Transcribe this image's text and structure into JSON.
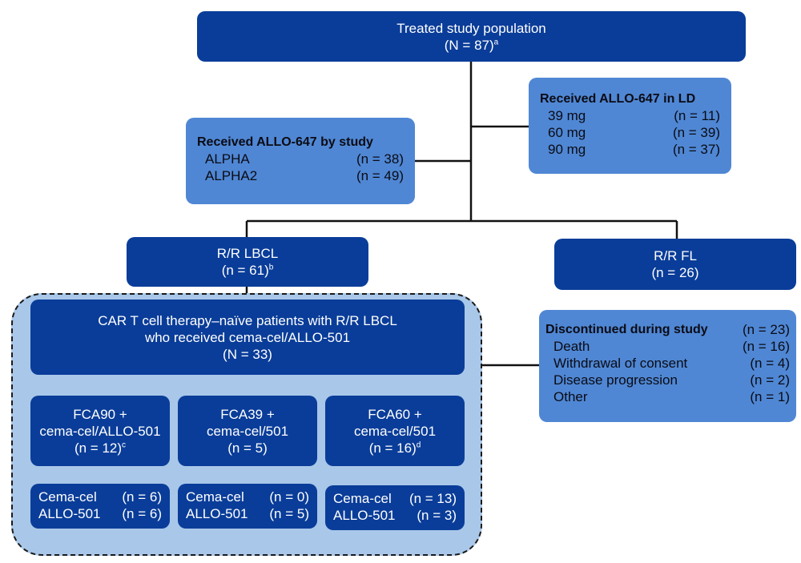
{
  "top": {
    "line1": "Treated study population",
    "line2": "(N = 87)",
    "sup": "a"
  },
  "by_study": {
    "title": "Received ALLO-647 by study",
    "rows": [
      {
        "label": "ALPHA",
        "value": "(n = 38)"
      },
      {
        "label": "ALPHA2",
        "value": "(n = 49)"
      }
    ]
  },
  "in_ld": {
    "title": "Received ALLO-647 in LD",
    "rows": [
      {
        "label": "39 mg",
        "value": "(n = 11)"
      },
      {
        "label": "60 mg",
        "value": "(n = 39)"
      },
      {
        "label": "90 mg",
        "value": "(n = 37)"
      }
    ]
  },
  "lbcl": {
    "line1": "R/R LBCL",
    "line2": "(n = 61)",
    "sup": "b"
  },
  "fl": {
    "line1": "R/R FL",
    "line2": "(n = 26)"
  },
  "naive": {
    "line1": "CAR T cell therapy–naïve patients with R/R LBCL",
    "line2": "who received cema-cel/ALLO-501",
    "line3": "(N = 33)"
  },
  "discontinued": {
    "title": "Discontinued during study",
    "title_value": "(n = 23)",
    "rows": [
      {
        "label": "Death",
        "value": "(n = 16)"
      },
      {
        "label": "Withdrawal of consent",
        "value": "(n = 4)"
      },
      {
        "label": "Disease progression",
        "value": "(n = 2)"
      },
      {
        "label": "Other",
        "value": "(n = 1)"
      }
    ]
  },
  "arms": [
    {
      "line1": "FCA90 +",
      "line2": "cema-cel/ALLO-501",
      "line3": "(n = 12)",
      "sup": "c",
      "sub": [
        {
          "label": "Cema-cel",
          "value": "(n = 6)"
        },
        {
          "label": "ALLO-501",
          "value": "(n = 6)"
        }
      ]
    },
    {
      "line1": "FCA39 +",
      "line2": "cema-cel/501",
      "line3": "(n = 5)",
      "sup": "",
      "sub": [
        {
          "label": "Cema-cel",
          "value": "(n = 0)"
        },
        {
          "label": "ALLO-501",
          "value": "(n = 5)"
        }
      ]
    },
    {
      "line1": "FCA60 +",
      "line2": "cema-cel/501",
      "line3": "(n = 16)",
      "sup": "d",
      "sub": [
        {
          "label": "Cema-cel",
          "value": "(n = 13)"
        },
        {
          "label": "ALLO-501",
          "value": "(n = 3)"
        }
      ]
    }
  ]
}
